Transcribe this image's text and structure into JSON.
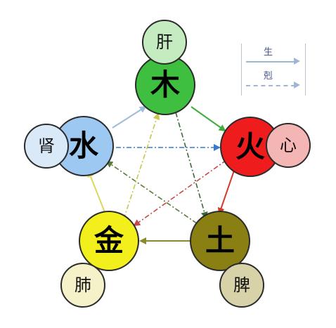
{
  "legend": {
    "sheng_label": "生",
    "ke_label": "剋",
    "line_color": "#9fb6d6"
  },
  "elements": {
    "wood": {
      "element": "木",
      "organ": "肝",
      "color": "#3fbf3f",
      "organ_color": "#c5ecc0"
    },
    "fire": {
      "element": "火",
      "organ": "心",
      "color": "#ee1c1c",
      "organ_color": "#f3b6b4"
    },
    "earth": {
      "element": "土",
      "organ": "脾",
      "color": "#8a7f12",
      "organ_color": "#d7d2a8"
    },
    "metal": {
      "element": "金",
      "organ": "肺",
      "color": "#f2ef1c",
      "organ_color": "#f5f1c9"
    },
    "water": {
      "element": "水",
      "organ": "肾",
      "color": "#9cc8f2",
      "organ_color": "#d9e9f8"
    }
  },
  "arrow_colors": {
    "wood_to_fire": "#3fae3f",
    "fire_to_earth": "#d23a2a",
    "earth_to_metal": "#8a8a2a",
    "metal_to_water": "#d8d85a",
    "water_to_wood": "#9ebcd8",
    "wood_to_earth": "#3a6a3a",
    "fire_to_metal": "#c84848",
    "earth_to_water": "#5a7a3a",
    "metal_to_wood": "#c8c84a",
    "water_to_fire": "#3a7ac8"
  }
}
